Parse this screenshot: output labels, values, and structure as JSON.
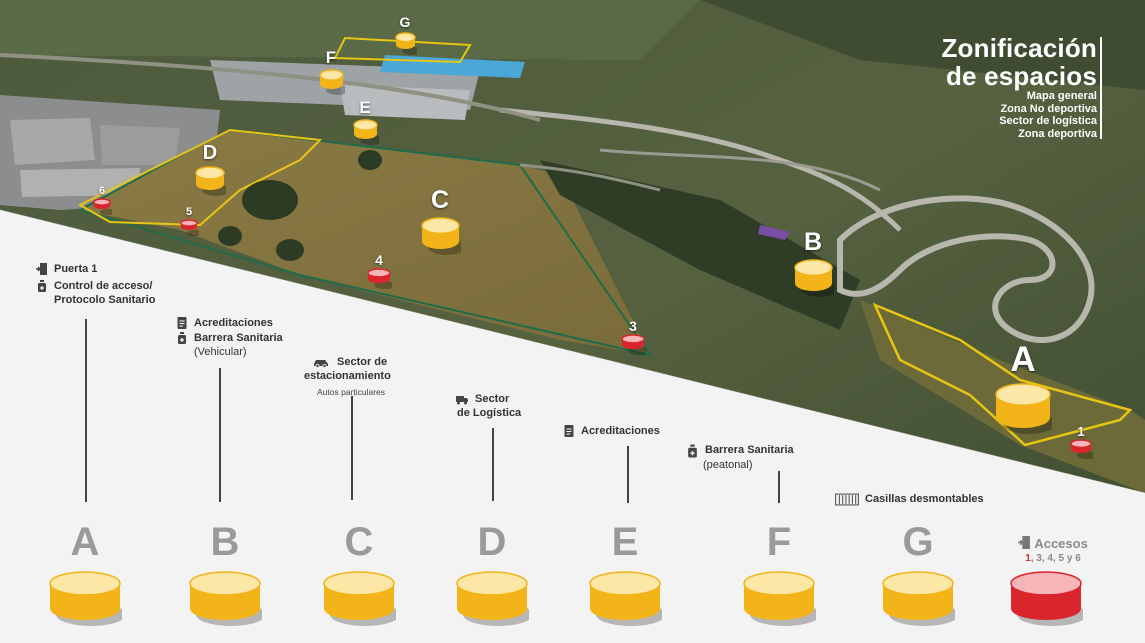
{
  "title": {
    "line1": "Zonificación",
    "line2": "de espacios",
    "subtitles": [
      "Mapa general",
      "Zona No deportiva",
      "Sector de logística",
      "Zona deportiva"
    ]
  },
  "colors": {
    "gold": "#f2b418",
    "gold_top": "#fde7a6",
    "red": "#d9252b",
    "red_top": "#f6b5b8",
    "boundary_yellow": "#e8c414",
    "boundary_green": "#1f6b4a",
    "panel": "#f4f3f3"
  },
  "map_zones": [
    {
      "label": "A",
      "kind": "zone"
    },
    {
      "label": "B",
      "kind": "zone"
    },
    {
      "label": "C",
      "kind": "zone"
    },
    {
      "label": "D",
      "kind": "zone"
    },
    {
      "label": "E",
      "kind": "zone"
    },
    {
      "label": "F",
      "kind": "zone"
    },
    {
      "label": "G",
      "kind": "zone"
    }
  ],
  "map_accesses": [
    "1",
    "3",
    "4",
    "5",
    "6"
  ],
  "legend": {
    "a": {
      "icon": "door-exit-icon",
      "line1": "Puerta 1",
      "icon2": "sanitizer-icon",
      "line2a": "Control de acceso/",
      "line2b": "Protocolo Sanitario"
    },
    "b": {
      "icon": "badge-icon",
      "line1": "Acreditaciones",
      "icon2": "sanitizer-icon",
      "line2a": "Barrera Sanitaria",
      "line2b": "(Vehicular)"
    },
    "c": {
      "icon": "car-icon",
      "line1": "Sector de",
      "line2": "estacionamiento",
      "small": "Autos particulares"
    },
    "d": {
      "icon": "truck-icon",
      "line1": "Sector",
      "line2": "de Logística"
    },
    "e": {
      "icon": "badge-icon",
      "line1": "Acreditaciones"
    },
    "f": {
      "icon": "sanitizer-icon",
      "line1": "Barrera Sanitaria",
      "line2": "(peatonal)"
    },
    "g": {
      "icon": "container-icon",
      "line1": "Casillas desmontables"
    }
  },
  "bottom_zones": [
    "A",
    "B",
    "C",
    "D",
    "E",
    "F",
    "G"
  ],
  "access_legend": {
    "icon": "door-exit-icon",
    "title": "Accesos",
    "nums_a": "1",
    "nums_b": ", 3, 4, 5 y 6"
  }
}
